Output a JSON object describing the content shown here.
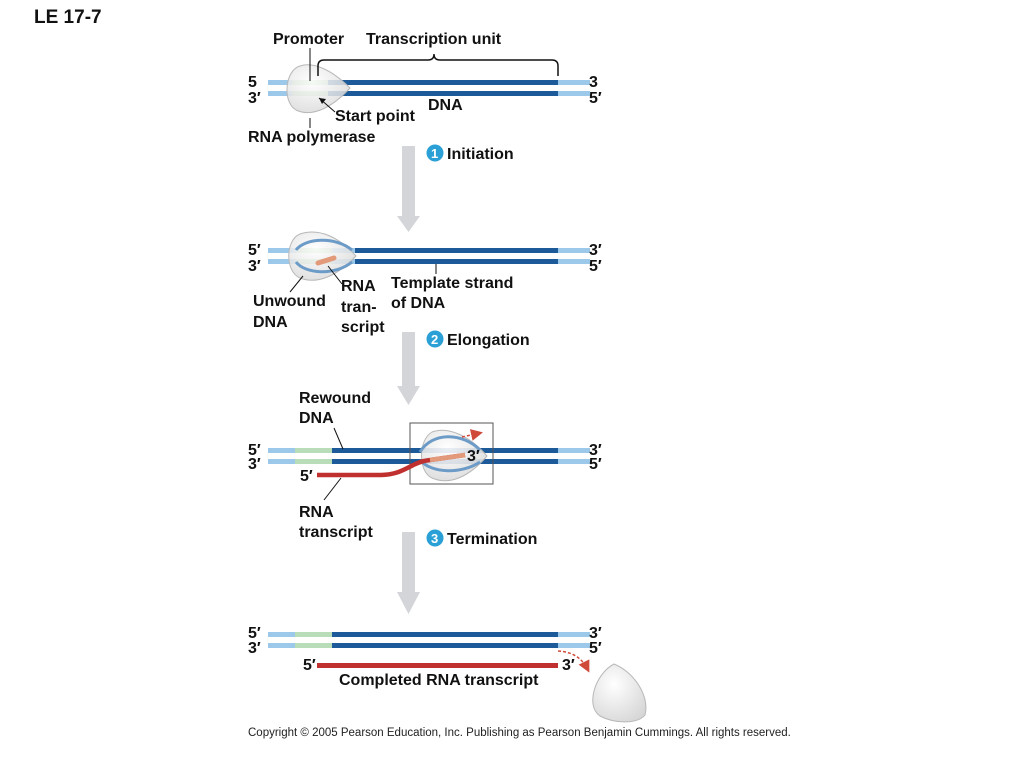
{
  "figure_id": "LE 17-7",
  "labels": {
    "promoter": "Promoter",
    "transcription_unit": "Transcription unit",
    "dna": "DNA",
    "start_point": "Start point",
    "rna_polymerase": "RNA polymerase",
    "unwound_dna_1": "Unwound",
    "unwound_dna_2": "DNA",
    "rna_transcript_short_1": "RNA",
    "rna_transcript_short_2": "tran-",
    "rna_transcript_short_3": "script",
    "template_strand_1": "Template strand",
    "template_strand_2": "of DNA",
    "rewound_dna_1": "Rewound",
    "rewound_dna_2": "DNA",
    "rna_transcript_1": "RNA",
    "rna_transcript_2": "transcript",
    "completed_rna": "Completed RNA transcript"
  },
  "ends": {
    "five": "5",
    "three": "3",
    "five_prime": "5′",
    "three_prime": "3′"
  },
  "steps": [
    {
      "number": "1",
      "label": "Initiation"
    },
    {
      "number": "2",
      "label": "Elongation"
    },
    {
      "number": "3",
      "label": "Termination"
    }
  ],
  "copyright": "Copyright © 2005 Pearson Education, Inc. Publishing as Pearson Benjamin Cummings. All rights reserved.",
  "colors": {
    "dna_strand": "#1d5a99",
    "dna_end": "#9cc9ea",
    "promoter": "#b9dcb9",
    "rna": "#c0302e",
    "step_circle": "#2aa0d6",
    "arrow": "#d3d5d8"
  }
}
